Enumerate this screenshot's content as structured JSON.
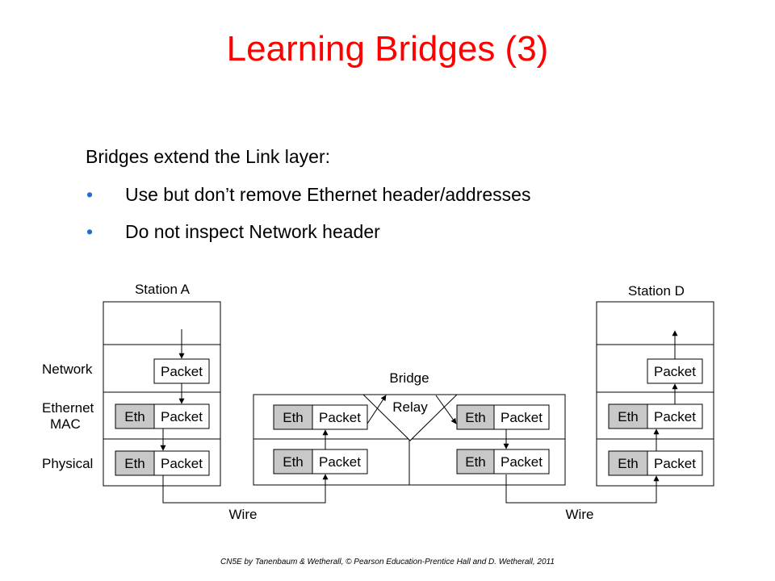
{
  "slide": {
    "title": "Learning Bridges (3)",
    "lead": "Bridges extend the Link layer:",
    "bullets": [
      "Use but don’t remove Ethernet header/addresses",
      "Do not inspect Network header"
    ],
    "bullet_glyph": "•",
    "footer": "CN5E by Tanenbaum & Wetherall, © Pearson Education-Prentice Hall and D. Wetherall, 2011"
  },
  "diagram": {
    "station_a_label": "Station A",
    "station_d_label": "Station D",
    "bridge_label": "Bridge",
    "relay_label": "Relay",
    "layer_labels": {
      "network": "Network",
      "mac_line1": "Ethernet",
      "mac_line2": "MAC",
      "physical": "Physical"
    },
    "eth_label": "Eth",
    "packet_label": "Packet",
    "wire_label": "Wire",
    "colors": {
      "title": "#ff0000",
      "bullet": "#1f6fd1",
      "eth_fill": "#c8c8c8",
      "stroke": "#000000"
    }
  }
}
